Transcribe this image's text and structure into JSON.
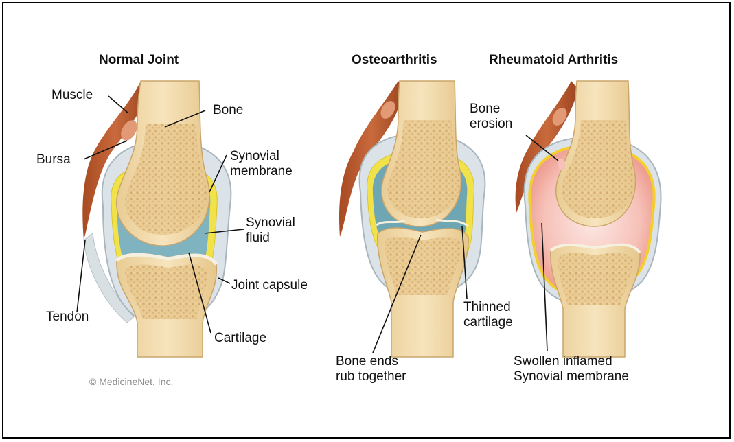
{
  "titles": {
    "normal": "Normal Joint",
    "osteo": "Osteoarthritis",
    "rheum": "Rheumatoid Arthritis"
  },
  "labels": {
    "muscle": "Muscle",
    "bursa": "Bursa",
    "tendon": "Tendon",
    "bone": "Bone",
    "synovial_membrane": "Synovial\nmembrane",
    "synovial_fluid": "Synovial\nfluid",
    "joint_capsule": "Joint capsule",
    "cartilage": "Cartilage",
    "bone_ends": "Bone ends\nrub together",
    "thinned_cartilage": "Thinned\ncartilage",
    "bone_erosion": "Bone\nerosion",
    "swollen": "Swollen inflamed\nSynovial membrane"
  },
  "copyright": "© MedicineNet, Inc.",
  "colors": {
    "bone": "#f1dcae",
    "bone_texture": "#d9b47c",
    "synovial_fluid": "#7fb3c0",
    "membrane": "#f2e24a",
    "muscle": "#b4582f",
    "capsule": "#cfd7dc",
    "inflamed": "#f3b4ad"
  }
}
